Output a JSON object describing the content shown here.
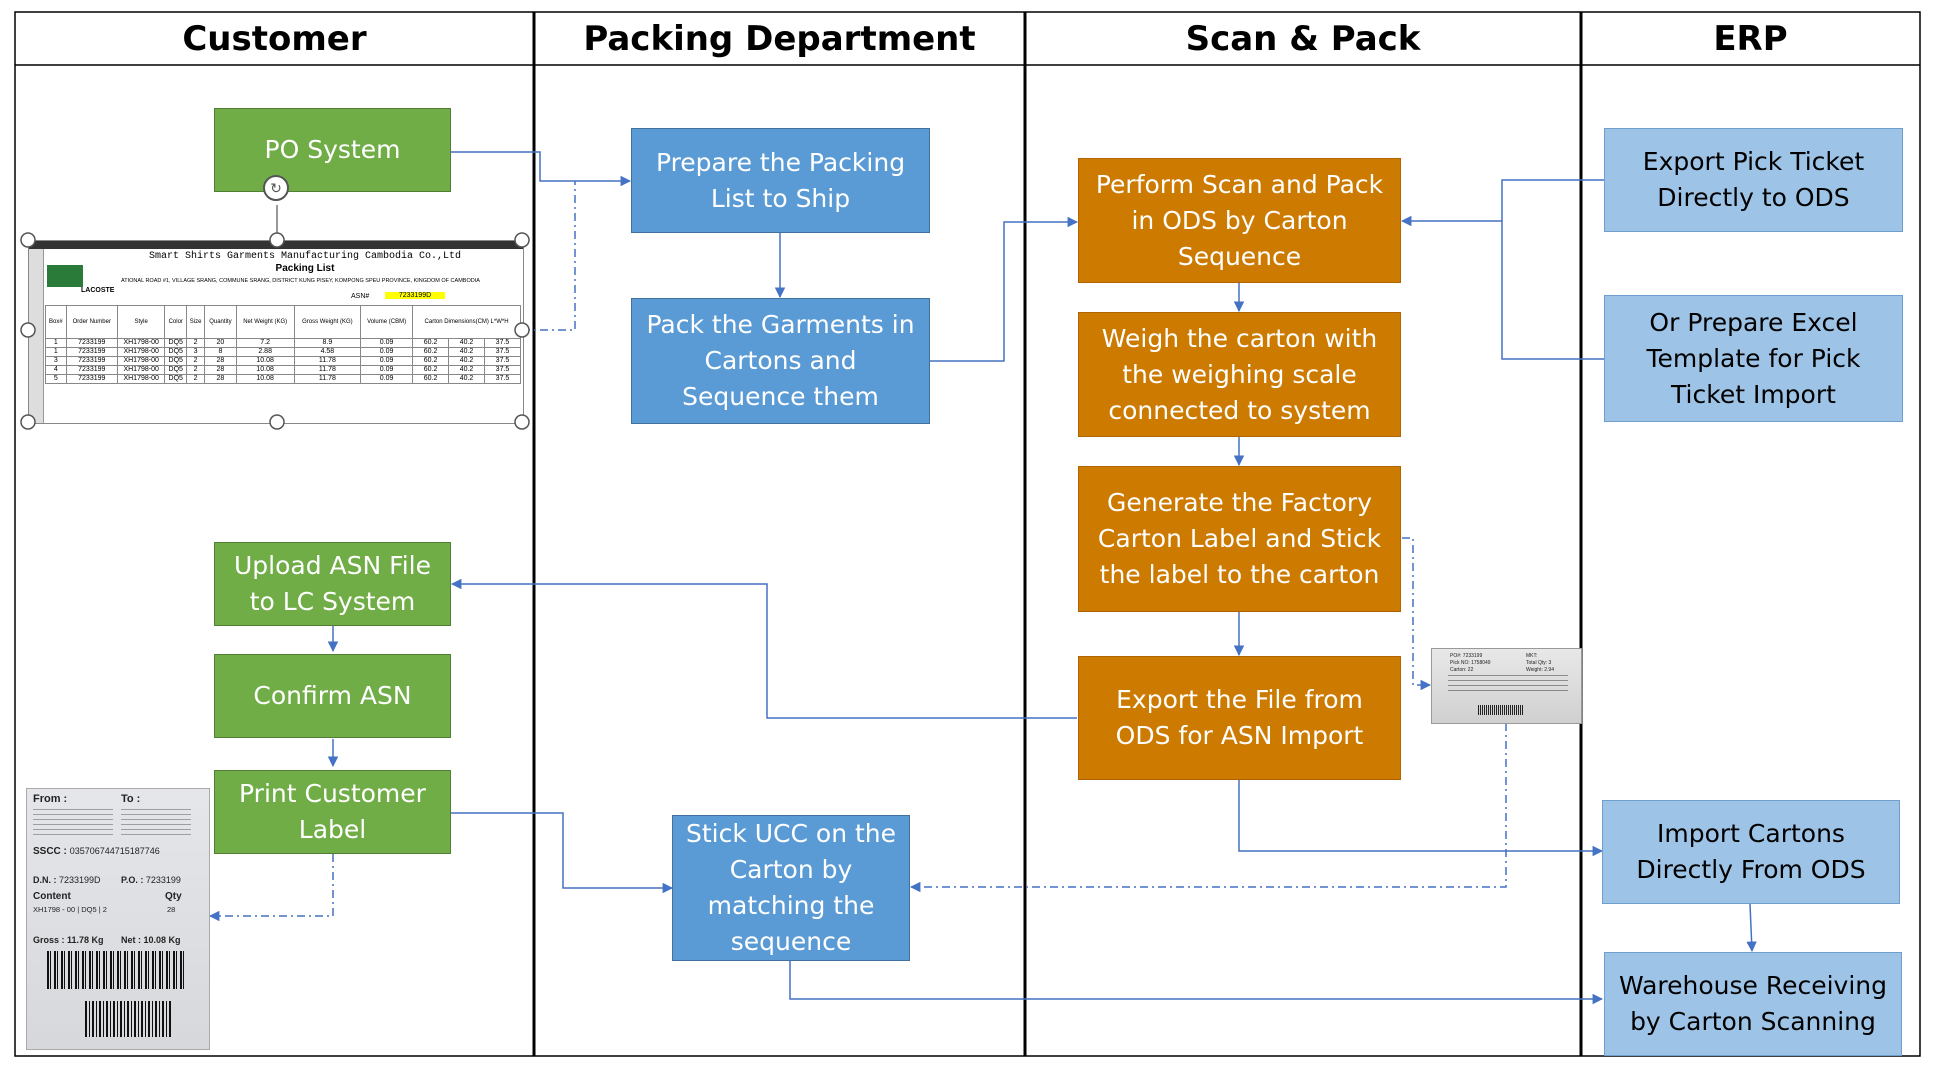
{
  "lanes": [
    {
      "title": "Customer"
    },
    {
      "title": "Packing Department"
    },
    {
      "title": "Scan & Pack"
    },
    {
      "title": "ERP"
    }
  ],
  "steps": {
    "po_system": "PO System",
    "upload_asn": "Upload ASN File\nto LC System",
    "confirm_asn": "Confirm ASN",
    "print_label": "Print Customer\nLabel",
    "prepare_packing": "Prepare the Packing\nList to Ship",
    "pack_garments": "Pack the Garments in\nCartons and\nSequence them",
    "stick_ucc": "Stick UCC on the\nCarton by\nmatching the\nsequence",
    "perform_scan": "Perform Scan and Pack\nin ODS by Carton\nSequence",
    "weigh_carton": "Weigh the carton with\nthe weighing scale\nconnected to system",
    "generate_label": "Generate the Factory\nCarton Label and Stick\nthe label to the carton",
    "export_file": "Export the File from\nODS for ASN Import",
    "export_pick": "Export Pick Ticket\nDirectly to ODS",
    "prepare_excel": "Or Prepare Excel\nTemplate for Pick\nTicket Import",
    "import_cartons": "Import Cartons\nDirectly From ODS",
    "warehouse_receiving": "Warehouse Receiving\nby Carton Scanning"
  },
  "packing_list": {
    "company": "Smart Shirts Garments Manufacturing Cambodia Co.,Ltd",
    "title": "Packing List",
    "brand": "LACOSTE",
    "address": "ATIONAL ROAD #1, VILLAGE SRANG, COMMUNE SRANG, DISTRICT KUNG PISEY, KOMPONG SPEU PROVINCE, KINGDOM OF CAMBODIA",
    "asn_label": "ASN#",
    "asn_value": "7233199D",
    "columns": [
      "Box#",
      "Order Number",
      "Style",
      "Color",
      "Size",
      "Quantity",
      "Net Weight (KG)",
      "Gross Weight (KG)",
      "Volume (CBM)",
      "Carton Dimensions(CM) L*W*H"
    ],
    "rows": [
      [
        "1",
        "7233199",
        "XH1798-00",
        "DQ5",
        "2",
        "20",
        "7.2",
        "8.9",
        "0.09",
        "60.2",
        "40.2",
        "37.5"
      ],
      [
        "1",
        "7233199",
        "XH1798-00",
        "DQ5",
        "3",
        "8",
        "2.88",
        "4.58",
        "0.09",
        "60.2",
        "40.2",
        "37.5"
      ],
      [
        "3",
        "7233199",
        "XH1798-00",
        "DQ5",
        "2",
        "28",
        "10.08",
        "11.78",
        "0.09",
        "60.2",
        "40.2",
        "37.5"
      ],
      [
        "4",
        "7233199",
        "XH1798-00",
        "DQ5",
        "2",
        "28",
        "10.08",
        "11.78",
        "0.09",
        "60.2",
        "40.2",
        "37.5"
      ],
      [
        "5",
        "7233199",
        "XH1798-00",
        "DQ5",
        "2",
        "28",
        "10.08",
        "11.78",
        "0.09",
        "60.2",
        "40.2",
        "37.5"
      ]
    ]
  },
  "customer_label": {
    "from": "From :",
    "to": "To :",
    "sscc_label": "SSCC :",
    "sscc_value": "035706744715187746",
    "dn_label": "D.N. :",
    "dn_value": "7233199D",
    "po_label": "P.O. :",
    "po_value": "7233199",
    "content_label": "Content",
    "qty_label": "Qty",
    "content_value": "XH1798 - 00 | DQ5 | 2",
    "qty_value": "28",
    "gross": "Gross : 11.78 Kg",
    "net": "Net : 10.08 Kg"
  },
  "carton_label": {
    "po": "PO#: 7233199",
    "pick": "Pick NO: 1758049",
    "carton": "Carton: 22",
    "mkt": "MKT:",
    "total": "Total Qty: 3",
    "weight": "Weight: 2.94"
  },
  "colors": {
    "green": "#70ad47",
    "blue": "#5b9bd5",
    "orange": "#cc7a00",
    "light_blue": "#9dc3e6",
    "connector": "#4472c4"
  }
}
